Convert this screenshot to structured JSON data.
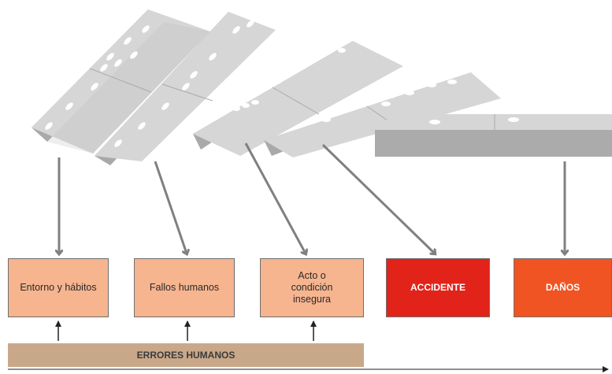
{
  "boxes": [
    {
      "id": "entorno",
      "label": "Entorno y hábitos",
      "color": "#f6b48f"
    },
    {
      "id": "fallos",
      "label": "Fallos humanos",
      "color": "#f6b48f"
    },
    {
      "id": "acto",
      "label": "Acto o\ncondición\ninsegura",
      "color": "#f6b48f"
    },
    {
      "id": "accidente",
      "label": "ACCIDENTE",
      "color": "#e2231a"
    },
    {
      "id": "danos",
      "label": "DAÑOS",
      "color": "#f05423"
    }
  ],
  "errors_bar": {
    "label": "ERRORES HUMANOS",
    "color": "#c9a88a"
  },
  "colors": {
    "domino_top": "#d9d9d9",
    "domino_side": "#a9a9a9",
    "arrow": "#808080"
  },
  "icons": [
    "domino-tile",
    "arrow-down",
    "arrow-up"
  ]
}
